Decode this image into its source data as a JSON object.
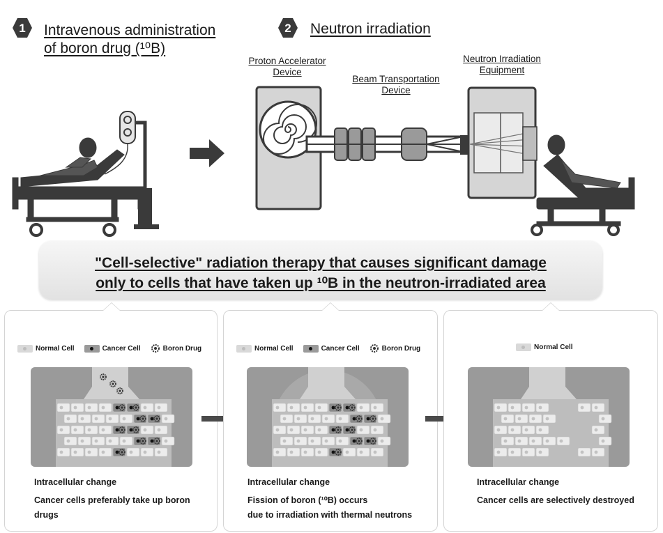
{
  "steps": [
    {
      "number": "1",
      "title_line1": "Intravenous administration",
      "title_line2": "of boron drug (¹⁰B)"
    },
    {
      "number": "2",
      "title_line1": "Neutron irradiation"
    }
  ],
  "devices": {
    "proton_accelerator": [
      "Proton Accelerator",
      "Device"
    ],
    "beam_transport": [
      "Beam Transportation",
      "Device"
    ],
    "neutron_irradiation": [
      "Neutron Irradiation",
      "Equipment"
    ]
  },
  "banner": {
    "line1": "\"Cell-selective\" radiation therapy that causes significant damage",
    "line2": "only to cells that have taken up ¹⁰B in the neutron-irradiated area"
  },
  "legend": {
    "normal": "Normal Cell",
    "cancer": "Cancer Cell",
    "boron": "Boron Drug"
  },
  "panels": [
    {
      "heading": "Intracellular change",
      "body_line1": "Cancer cells preferably take up boron",
      "body_line2": "drugs"
    },
    {
      "heading": "Intracellular change",
      "body_line1": "Fission of boron (¹⁰B) occurs",
      "body_line2": "due to irradiation with thermal neutrons"
    },
    {
      "heading": "Intracellular change",
      "body_line1": "Cancer cells are selectively destroyed",
      "body_line2": ""
    }
  ],
  "colors": {
    "badge": "#3a3a3a",
    "device_body": "#d5d5d5",
    "device_stroke": "#3a3a3a",
    "tissue_bg": "#9a9a9a",
    "cell": "#e8e8e8",
    "arrow": "#4a4a4a"
  }
}
